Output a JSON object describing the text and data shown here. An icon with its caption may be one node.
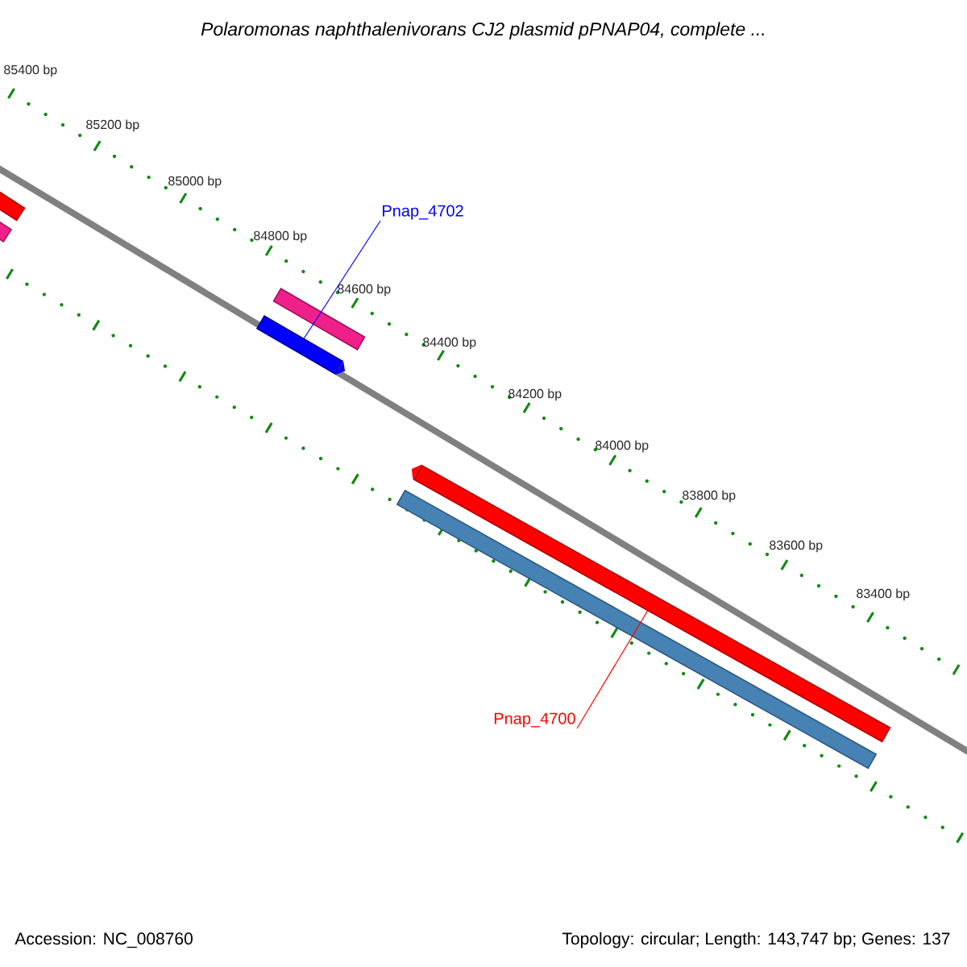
{
  "diagram": {
    "title": "*Polaromonas naphthalenivorans* CJ2 plasmid pPNAP04, complete ...",
    "nodes": [
      {
        "text": [],
        "shape": "bar"
      },
      {
        "text": [],
        "shape": "bar"
      },
      {
        "text": [
          "Pnap_4702"
        ]
      },
      {
        "text": [],
        "shape": "bar"
      },
      {
        "text": [],
        "shape": "bar"
      },
      {
        "text": [],
        "shape": "bar"
      },
      {
        "text": [],
        "shape": "bar"
      },
      {
        "text": [
          "Pnap_4700"
        ]
      }
    ],
    "edges": [
      {
        "from": 2,
        "to": 4,
        "arrow": "none",
        "color": "#0000ff"
      },
      {
        "from": 7,
        "to": 5,
        "arrow": "none",
        "color": "#ff0000"
      }
    ],
    "labels": [
      "85400 bp",
      "85200 bp",
      "85000 bp",
      "84800 bp",
      "84600 bp",
      "84400 bp",
      "84200 bp",
      "84000 bp",
      "83800 bp",
      "83600 bp",
      "83400 bp",
      "Accession: NC_008760",
      "Topology: circular; Length: 143,747 bp; Genes: 137"
    ]
  }
}
